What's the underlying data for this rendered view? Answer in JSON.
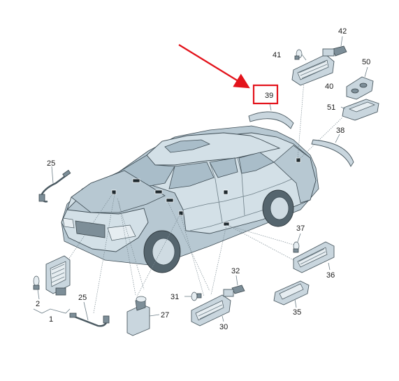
{
  "callouts": {
    "c1": "1",
    "c2": "2",
    "c25a": "25",
    "c25b": "25",
    "c27": "27",
    "c30": "30",
    "c31": "31",
    "c32": "32",
    "c35": "35",
    "c36": "36",
    "c37": "37",
    "c38": "38",
    "c39": "39",
    "c40": "40",
    "c41": "41",
    "c42": "42",
    "c50": "50",
    "c51": "51"
  },
  "highlight": {
    "callout": "39",
    "box_color": "#e3131b",
    "arrow_color": "#e3131b"
  }
}
